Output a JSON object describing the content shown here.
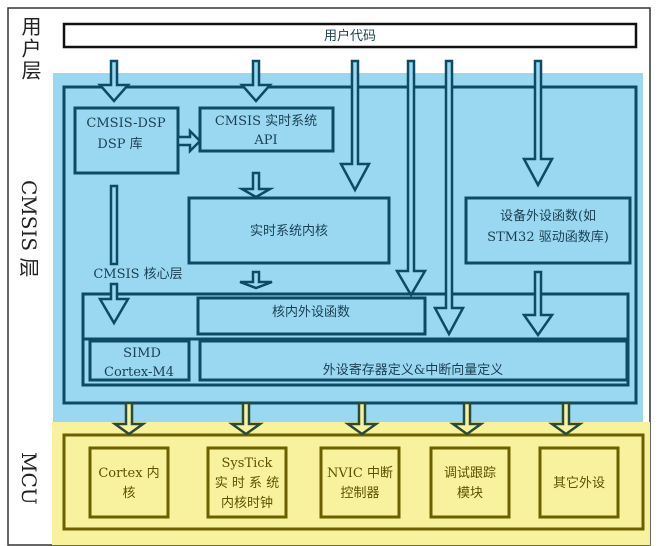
{
  "layers": {
    "user": "用户层",
    "cmsis": "CMSIS 层",
    "mcu": "MCU"
  },
  "user_code": "用户代码",
  "cmsis": {
    "dsp": [
      "CMSIS-DSP",
      "DSP 库"
    ],
    "rtos_api": [
      "CMSIS 实时系统",
      "API"
    ],
    "rtos_kernel": "实时系统内核",
    "device_periph": [
      "设备外设函数(如",
      "STM32 驱动函数库)"
    ],
    "core_layer": "CMSIS 核心层",
    "core_periph": "核内外设函数",
    "simd": [
      "SIMD",
      "Cortex-M4"
    ],
    "periph_reg": "外设寄存器定义&中断向量定义"
  },
  "mcu": {
    "blocks": [
      [
        "Cortex 内",
        "核"
      ],
      [
        "SysTick",
        "实 时 系 统",
        "内核时钟"
      ],
      [
        "NVIC 中断",
        "控制器"
      ],
      [
        "调试跟踪",
        "模块"
      ],
      [
        "其它外设"
      ]
    ]
  },
  "colors": {
    "cmsis_bg": "#9ad8f2",
    "mcu_bg": "#f8f29e",
    "cmsis_line": "#0d4a63",
    "mcu_line": "#6b6000"
  }
}
